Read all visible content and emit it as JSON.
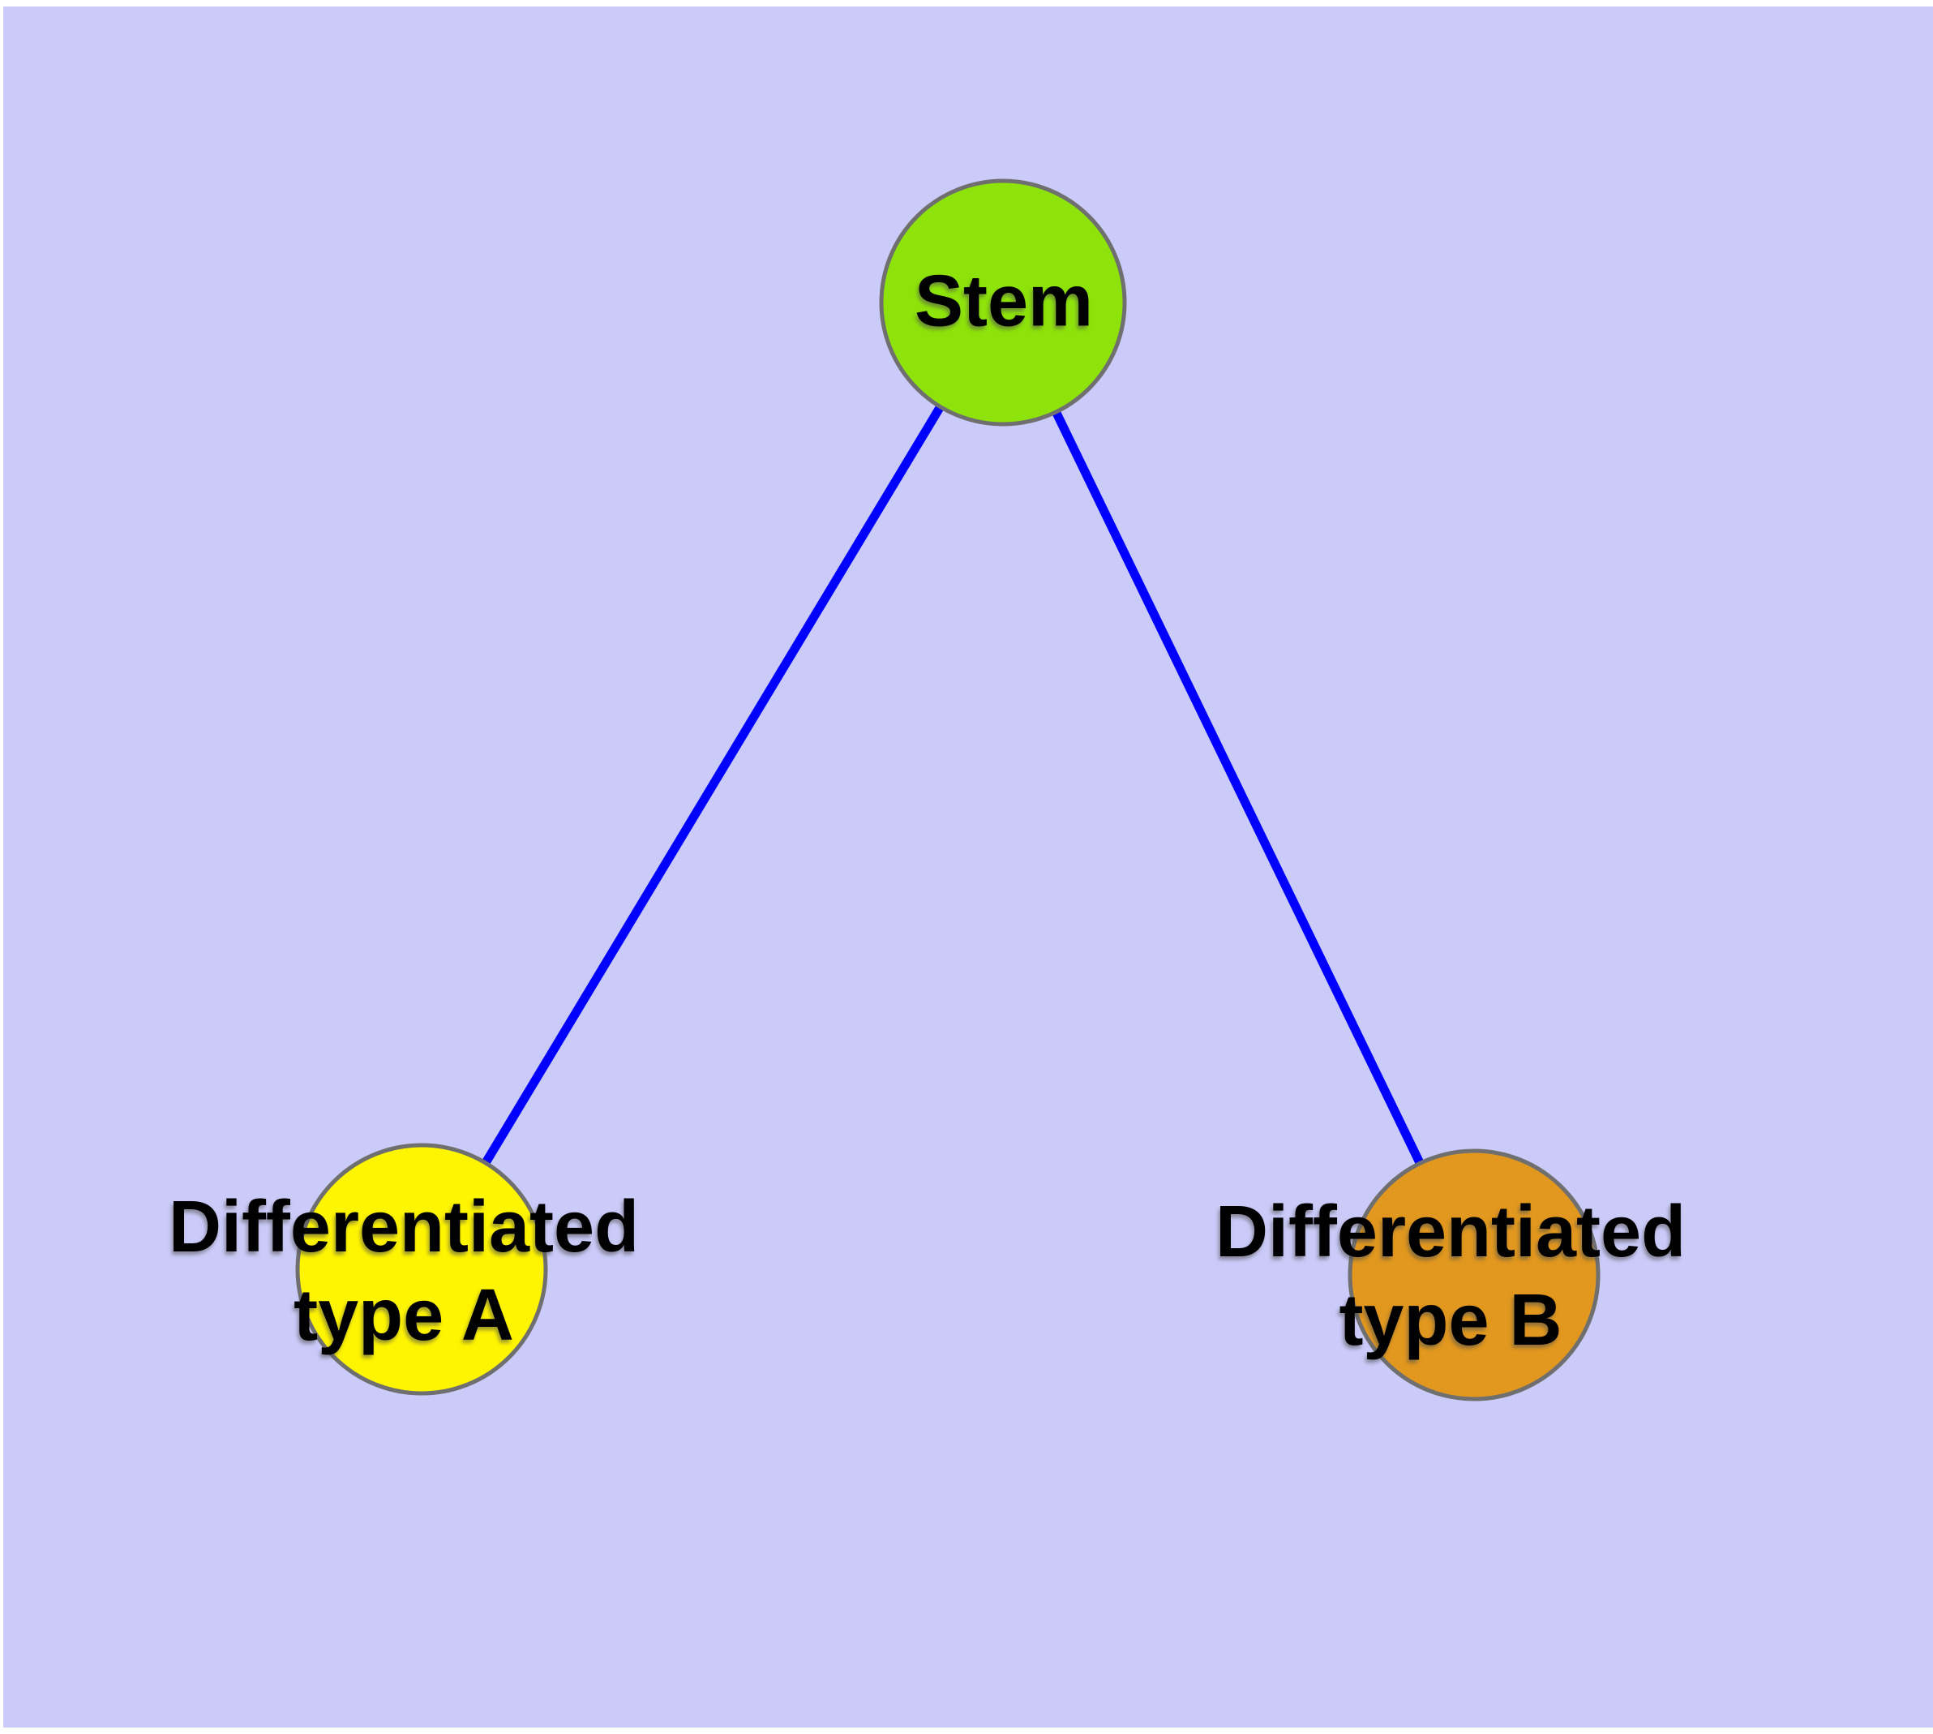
{
  "canvas": {
    "frame_color": "#FFFFFF",
    "background_color": "#CBCBF9",
    "label_color": "#000000"
  },
  "diagram": {
    "nodes": [
      {
        "id": "stem",
        "label": "Stem",
        "fill_color": "#8EE40A",
        "border_color": "#6F6F6F"
      },
      {
        "id": "differentiated-type-a",
        "label": "Differentiated\ntype A",
        "fill_color": "#FFF500",
        "border_color": "#6F6F6F"
      },
      {
        "id": "differentiated-type-b",
        "label": "Differentiated\ntype B",
        "fill_color": "#E2981E",
        "border_color": "#6F6F6F"
      }
    ],
    "edges": [
      {
        "from": "stem",
        "to": "differentiated-type-a",
        "color": "#0000FF"
      },
      {
        "from": "stem",
        "to": "differentiated-type-b",
        "color": "#0000FF"
      }
    ]
  }
}
